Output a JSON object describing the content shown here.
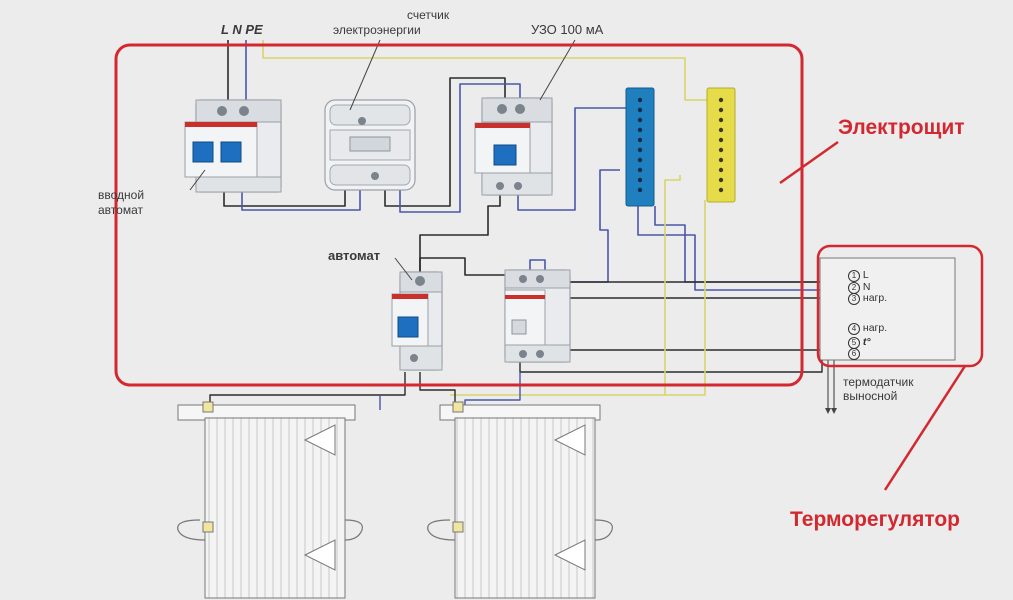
{
  "labels": {
    "input_lines": "L N PE",
    "meter_line1": "счетчик",
    "meter_line2": "электроэнергии",
    "rcd": "УЗО 100 мА",
    "main_breaker_line1": "вводной",
    "main_breaker_line2": "автомат",
    "breaker": "автомат",
    "panel_title": "Электрощит",
    "thermostat_title": "Терморегулятор",
    "sensor_line1": "термодатчик",
    "sensor_line2": "выносной"
  },
  "thermostat_terminals": [
    {
      "num": "1",
      "text": "L"
    },
    {
      "num": "2",
      "text": "N"
    },
    {
      "num": "3",
      "text": "нагр."
    },
    {
      "num": "4",
      "text": "нагр."
    },
    {
      "num": "5",
      "text": "t°"
    },
    {
      "num": "6",
      "text": ""
    }
  ],
  "colors": {
    "highlight_red": "#d3282f",
    "phase_wire": "#2b2b2b",
    "neutral_wire": "#4a56a8",
    "ground_wire": "#d8d36a",
    "neutral_bus": "#1f7fbf",
    "ground_bus": "#e6dc4a"
  }
}
